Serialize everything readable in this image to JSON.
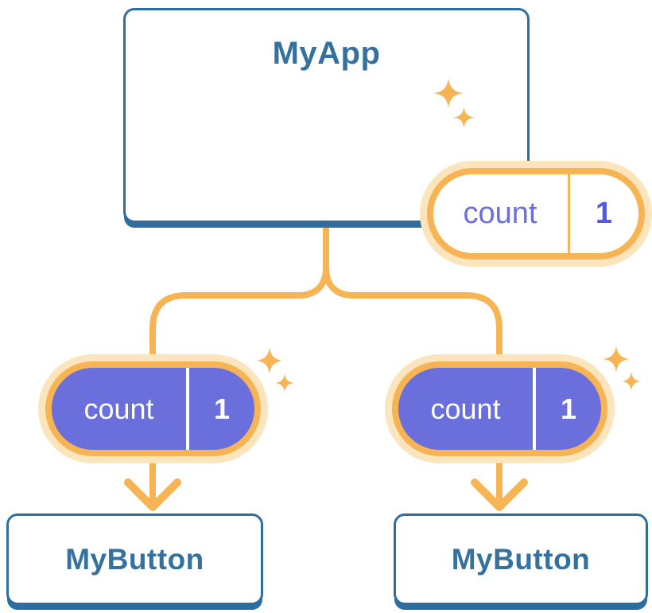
{
  "diagram": {
    "root": {
      "title": "MyApp",
      "state": {
        "name": "count",
        "value": "1"
      }
    },
    "children": [
      {
        "title": "MyButton",
        "state": {
          "name": "count",
          "value": "1"
        }
      },
      {
        "title": "MyButton",
        "state": {
          "name": "count",
          "value": "1"
        }
      }
    ]
  },
  "icons": {
    "sparkle": "four-point-star"
  },
  "colors": {
    "card_border_blue": "#2E6D9F",
    "title_text_blue": "#35719F",
    "connector_orange": "#F6B455",
    "pill_halo_orange": "#FCE4BC",
    "pill_fill_purple": "#6A6FDB",
    "pill_value_purple": "#5459D6",
    "background": "#ffffff"
  }
}
